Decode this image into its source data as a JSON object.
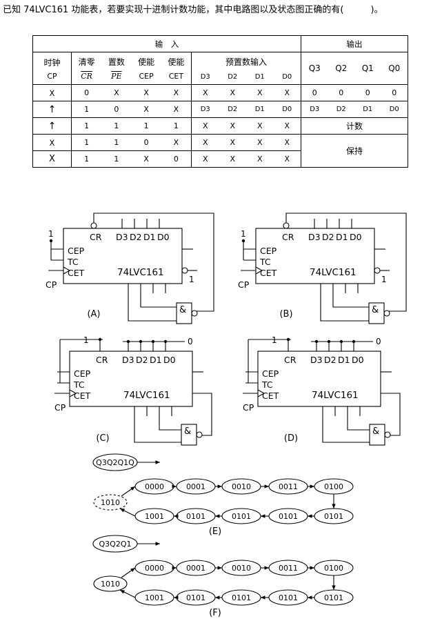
{
  "question": "已知 74LVC161 功能表，若要实现十进制计数功能，其中电路图以及状态图正确的有(　　　)。",
  "table": {
    "input_header": "输　入",
    "output_header": "输出",
    "col_clock": [
      "时钟",
      "CP"
    ],
    "col_clear": [
      "清零",
      "CR"
    ],
    "col_preset": [
      "置数",
      "PE"
    ],
    "col_cep": [
      "使能",
      "CEP"
    ],
    "col_cet": [
      "使能",
      "CET"
    ],
    "col_data": "预置数输入",
    "data_labels": [
      "D3",
      "D2",
      "D1",
      "D0"
    ],
    "out_labels": [
      "Q3",
      "Q2",
      "Q1",
      "Q0"
    ],
    "rows": [
      {
        "cp": "X",
        "cr": "0",
        "pe": "X",
        "cep": "X",
        "cet": "X",
        "d": [
          "X",
          "X",
          "X",
          "X"
        ],
        "q": [
          "0",
          "0",
          "0",
          "0"
        ]
      },
      {
        "cp": "↑",
        "cr": "1",
        "pe": "0",
        "cep": "X",
        "cet": "X",
        "d": [
          "D3",
          "D2",
          "D1",
          "D0"
        ],
        "q": [
          "D3",
          "D2",
          "D1",
          "D0"
        ]
      },
      {
        "cp": "↑",
        "cr": "1",
        "pe": "1",
        "cep": "1",
        "cet": "1",
        "d": [
          "X",
          "X",
          "X",
          "X"
        ],
        "qtext": "计数"
      },
      {
        "cp": "X",
        "cr": "1",
        "pe": "1",
        "cep": "0",
        "cet": "X",
        "d": [
          "X",
          "X",
          "X",
          "X"
        ]
      },
      {
        "cp": "X",
        "cr": "1",
        "pe": "1",
        "cep": "X",
        "cet": "0",
        "d": [
          "X",
          "X",
          "X",
          "X"
        ]
      }
    ],
    "hold_text": "保持"
  },
  "circuits": [
    {
      "label": "(A)",
      "chip": "74LVC161",
      "one_left": "1",
      "one_right": "1"
    },
    {
      "label": "(B)",
      "chip": "74LVC161",
      "one_left": "1",
      "one_right": "1"
    },
    {
      "label": "(C)",
      "chip": "74LVC161",
      "one_top": "1",
      "zero": "0"
    },
    {
      "label": "(D)",
      "chip": "74LVC161",
      "one_top": "1",
      "zero": "0"
    }
  ],
  "pins": {
    "cr": "CR",
    "d3": "D3",
    "d2": "D2",
    "d1": "D1",
    "d0": "D0",
    "cep": "CEP",
    "tc": "TC",
    "cet": "CET",
    "cp": "CP",
    "gate": "&"
  },
  "state_e": {
    "label": "(E)",
    "legend": "Q3Q2Q1Q",
    "top": [
      "0000",
      "0001",
      "0010",
      "0011",
      "0100"
    ],
    "bottom": [
      "1001",
      "0101",
      "0101",
      "0101",
      "0101"
    ],
    "transient": "1010"
  },
  "state_f": {
    "label": "(F)",
    "legend": "Q3Q2Q1",
    "top": [
      "0000",
      "0001",
      "0010",
      "0011",
      "0100"
    ],
    "bottom": [
      "1001",
      "0101",
      "0101",
      "0101",
      "0101"
    ],
    "side": "1010"
  }
}
